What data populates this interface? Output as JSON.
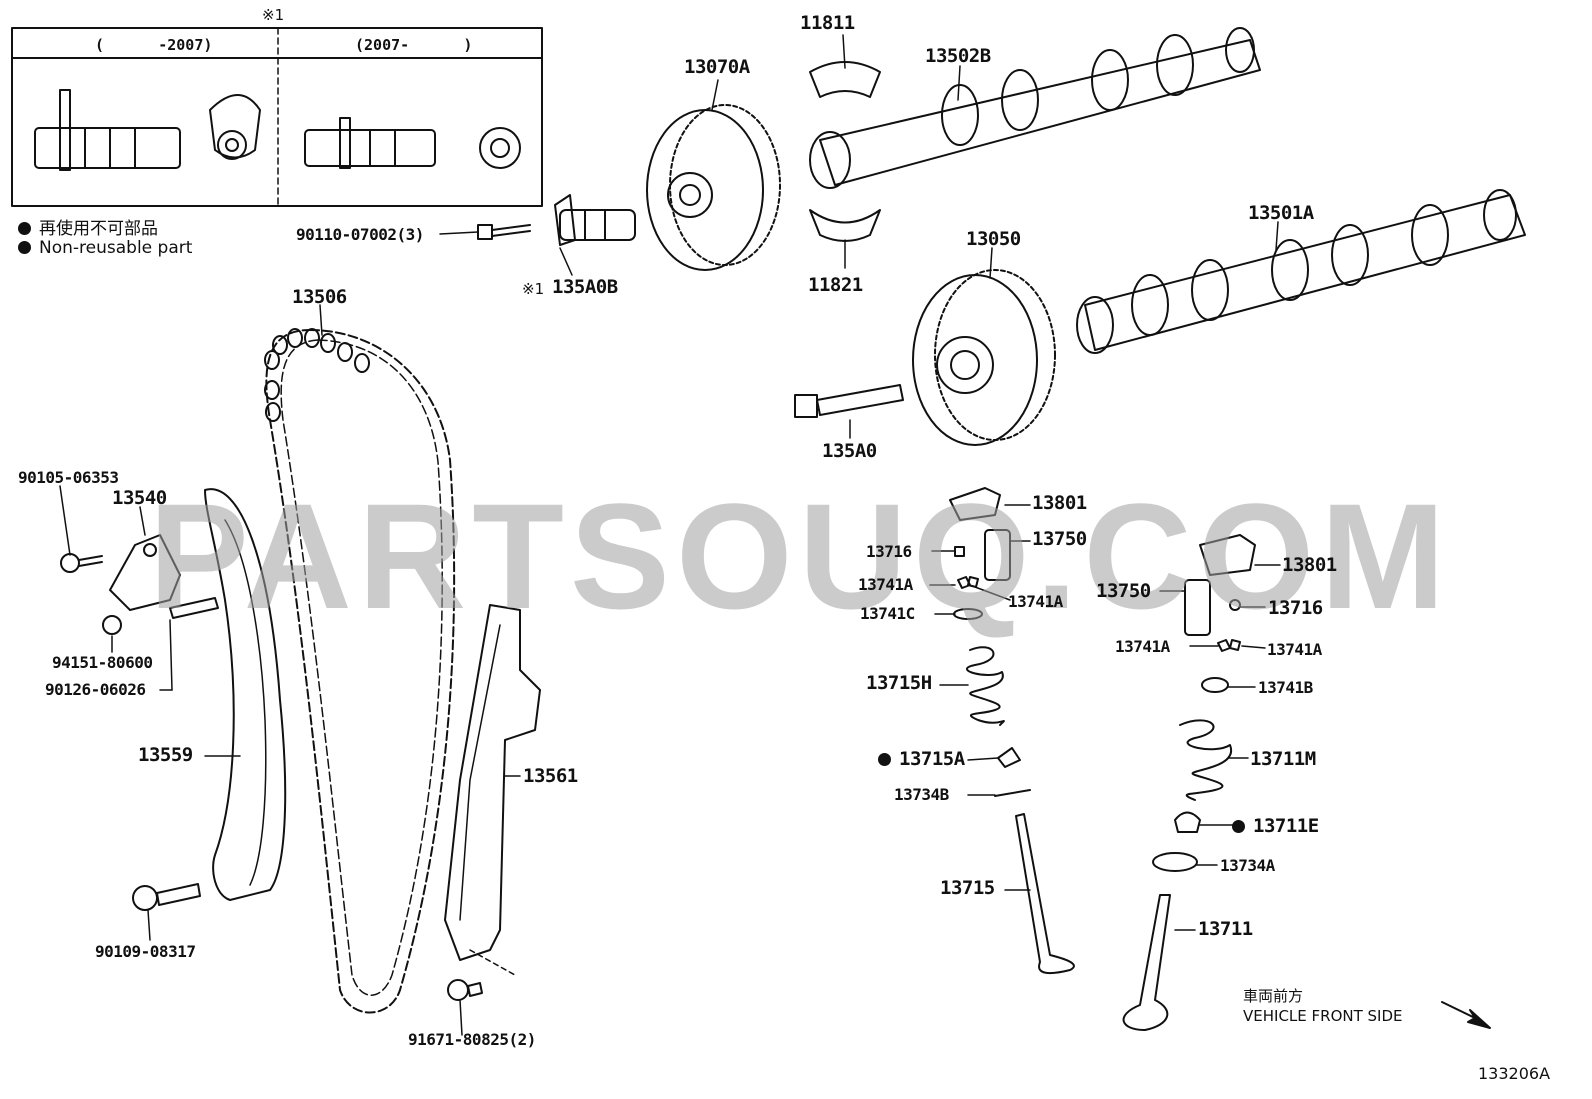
{
  "inset": {
    "note_mark": "※1",
    "left_header": "(      -2007)",
    "right_header": "(2007-      )"
  },
  "legend": {
    "japanese": "再使用不可部品",
    "english": "Non-reusable part"
  },
  "watermark": "PARTSOUQ.COM",
  "labels": {
    "p11811": "11811",
    "p13502B": "13502B",
    "p13070A": "13070A",
    "p90110": "90110-07002(3)",
    "p135A0B": "135A0B",
    "p135A0B_mark": "※1",
    "p11821": "11821",
    "p13050": "13050",
    "p13501A": "13501A",
    "p13506": "13506",
    "p135A0": "135A0",
    "p90105": "90105-06353",
    "p13540": "13540",
    "p94151": "94151-80600",
    "p90126": "90126-06026",
    "p13559": "13559",
    "p13561": "13561",
    "p90109": "90109-08317",
    "p91671": "91671-80825(2)",
    "p13801a": "13801",
    "p13716a": "13716",
    "p13750a": "13750",
    "p13741Aa": "13741A",
    "p13741Ab": "13741A",
    "p13741C": "13741C",
    "p13715H": "13715H",
    "p13715A": "13715A",
    "p13734B": "13734B",
    "p13715": "13715",
    "p13801b": "13801",
    "p13750b": "13750",
    "p13716b": "13716",
    "p13741Ac": "13741A",
    "p13741Ad": "13741A",
    "p13741B": "13741B",
    "p13711M": "13711M",
    "p13711E": "13711E",
    "p13734A": "13734A",
    "p13711": "13711"
  },
  "direction": {
    "japanese": "車両前方",
    "english": "VEHICLE FRONT SIDE"
  },
  "figure_id": "133206A",
  "colors": {
    "line": "#111111",
    "watermark": "#a0a0a0"
  }
}
